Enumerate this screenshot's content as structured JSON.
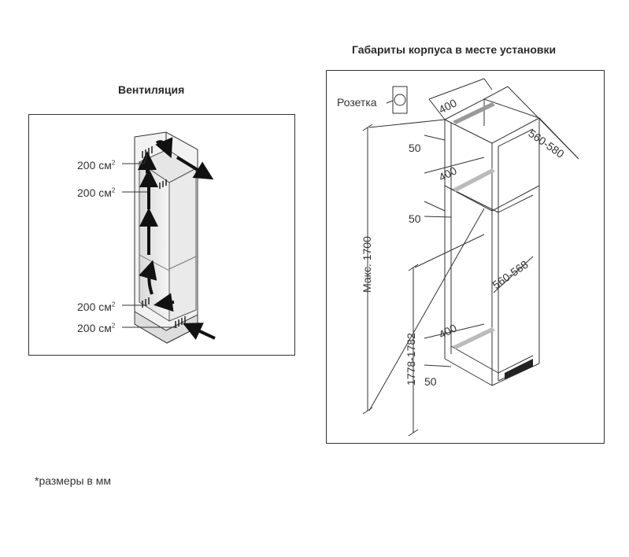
{
  "ventilation": {
    "title": "Вентиляция",
    "area_value": "200 см",
    "area_sup": "2"
  },
  "dimensions": {
    "title": "Габариты корпуса в месте установки",
    "socket_label": "Розетка",
    "width_top": "400",
    "gap_top": "50",
    "width_mid": "400",
    "gap_mid": "50",
    "depth_outer": "560-580",
    "height_max": "Макс. 1700",
    "depth_inner": "560-568",
    "width_bottom": "400",
    "height_range": "1778-1782",
    "gap_bottom": "50"
  },
  "footnote": "*размеры в мм"
}
